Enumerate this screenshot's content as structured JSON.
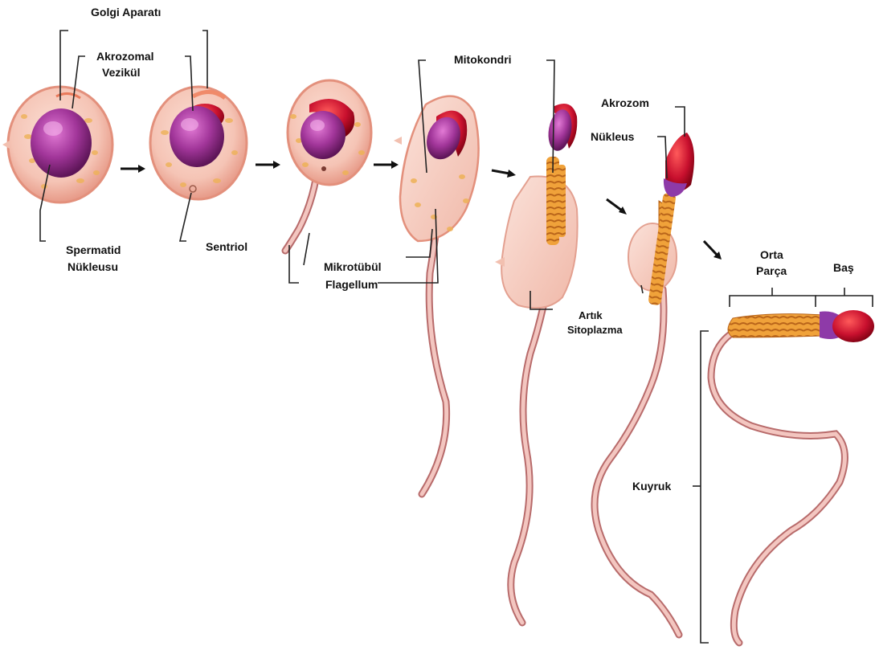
{
  "labels": {
    "golgi": "Golgi Aparatı",
    "acrosomal_vesicle_1": "Akrozomal",
    "acrosomal_vesicle_2": "Vezikül",
    "spermatid_nucleus_1": "Spermatid",
    "spermatid_nucleus_2": "Nükleusu",
    "centriole": "Sentriol",
    "microtubule": "Mikrotübül",
    "flagellum": "Flagellum",
    "mitochondria": "Mitokondri",
    "acrosome": "Akrozom",
    "nucleus": "Nükleus",
    "residual_cytoplasm_1": "Artık",
    "residual_cytoplasm_2": "Sitoplazma",
    "midpiece_1": "Orta",
    "midpiece_2": "Parça",
    "head": "Baş",
    "tail": "Kuyruk"
  },
  "colors": {
    "cell_fill": "#f6c9bb",
    "cell_edge": "#e7a08e",
    "nucleus": "#9b2d8f",
    "acrosome": "#c8102e",
    "mitochondria": "#e8a33d",
    "tail": "#b86b6b"
  }
}
